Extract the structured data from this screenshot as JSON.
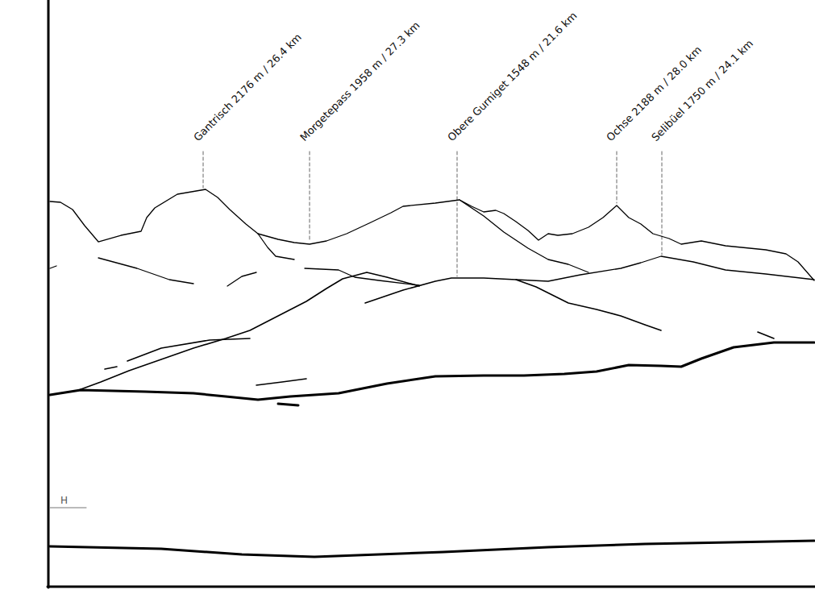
{
  "diagram": {
    "labels": [
      "Gantrisch 2176 m / 26.4 km",
      "Morgetepass 1958 m / 27.3 km",
      "Obere Gurniget 1548 m / 21.6 km",
      "Ochse 2188 m / 28.0 km",
      "Selibüel 1750 m / 24.1 km",
      "H"
    ]
  }
}
